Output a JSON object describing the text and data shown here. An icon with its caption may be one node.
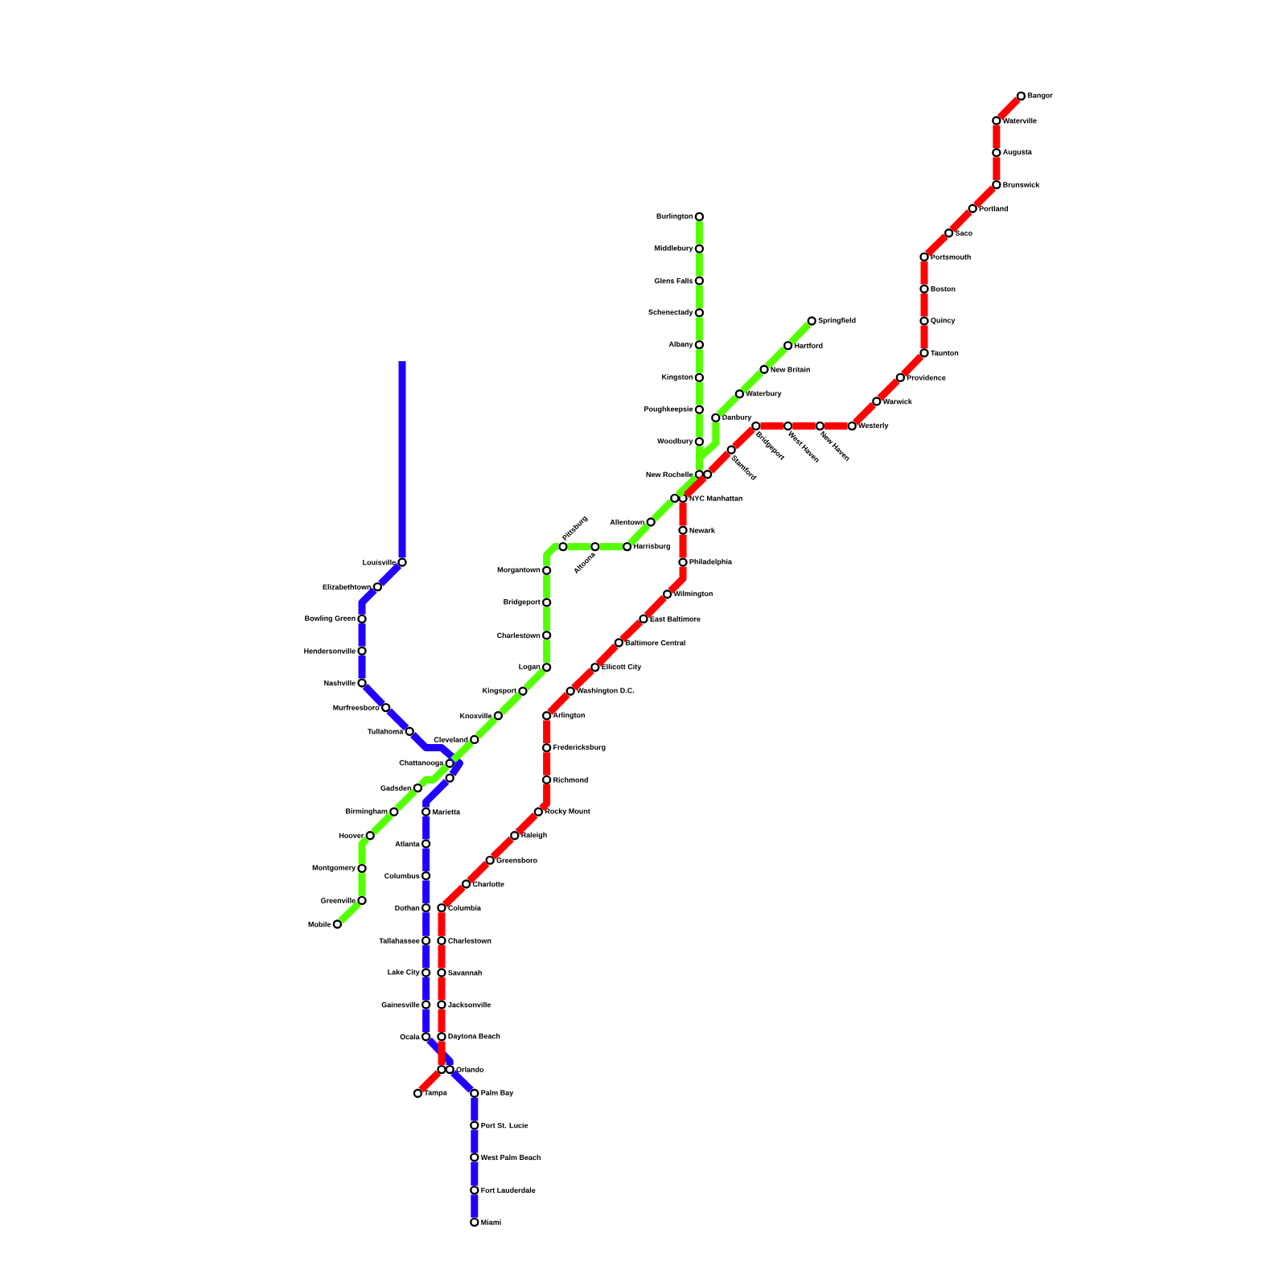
{
  "diagram": {
    "nodes": [
      {
        "text": [
          "Louisville"
        ]
      },
      {
        "text": [
          "Elizabethtown"
        ]
      },
      {
        "text": [
          "Bowling Green"
        ]
      },
      {
        "text": [
          "Hendersonville"
        ]
      },
      {
        "text": [
          "Nashville"
        ]
      },
      {
        "text": [
          "Murfreesboro"
        ]
      },
      {
        "text": [
          "Tullahoma"
        ]
      },
      {
        "text": [],
        "shape": "circle"
      },
      {
        "text": [
          "Marietta"
        ]
      },
      {
        "text": [
          "Atlanta"
        ]
      },
      {
        "text": [
          "Columbus"
        ]
      },
      {
        "text": [
          "Dothan"
        ]
      },
      {
        "text": [
          "Tallahassee"
        ]
      },
      {
        "text": [
          "Lake City"
        ]
      },
      {
        "text": [
          "Gainesville"
        ]
      },
      {
        "text": [
          "Ocala"
        ]
      },
      {
        "text": [
          "Orlando"
        ]
      },
      {
        "text": [
          "Palm Bay"
        ]
      },
      {
        "text": [
          "Port St. Lucie"
        ]
      },
      {
        "text": [
          "West Palm Beach"
        ]
      },
      {
        "text": [
          "Fort Lauderdale"
        ]
      },
      {
        "text": [
          "Miami"
        ]
      },
      {
        "text": [
          "Mobile"
        ]
      },
      {
        "text": [
          "Greenville"
        ]
      },
      {
        "text": [
          "Montgomery"
        ]
      },
      {
        "text": [
          "Hoover"
        ]
      },
      {
        "text": [
          "Birmingham"
        ]
      },
      {
        "text": [
          "Gadsden"
        ]
      },
      {
        "text": [
          "Chattanooga"
        ]
      },
      {
        "text": [
          "Cleveland"
        ]
      },
      {
        "text": [
          "Knoxville"
        ]
      },
      {
        "text": [
          "Kingsport"
        ]
      },
      {
        "text": [
          "Logan"
        ]
      },
      {
        "text": [
          "Charlestown"
        ]
      },
      {
        "text": [
          "Bridgeport"
        ]
      },
      {
        "text": [
          "Morgantown"
        ]
      },
      {
        "text": [
          "Pittsburg"
        ]
      },
      {
        "text": [
          "Altoona"
        ]
      },
      {
        "text": [
          "Harrisburg"
        ]
      },
      {
        "text": [
          "Allentown"
        ]
      },
      {
        "text": [],
        "shape": "circle"
      },
      {
        "text": [
          "New Rochelle"
        ]
      },
      {
        "text": [
          "Woodbury"
        ]
      },
      {
        "text": [
          "Poughkeepsie"
        ]
      },
      {
        "text": [
          "Kingston"
        ]
      },
      {
        "text": [
          "Albany"
        ]
      },
      {
        "text": [
          "Schenectady"
        ]
      },
      {
        "text": [
          "Glens Falls"
        ]
      },
      {
        "text": [
          "Middlebury"
        ]
      },
      {
        "text": [
          "Burlington"
        ]
      },
      {
        "text": [
          "Danbury"
        ]
      },
      {
        "text": [
          "Waterbury"
        ]
      },
      {
        "text": [
          "New Britain"
        ]
      },
      {
        "text": [
          "Hartford"
        ]
      },
      {
        "text": [
          "Springfield"
        ]
      },
      {
        "text": [
          "Tampa"
        ]
      },
      {
        "text": [],
        "shape": "circle"
      },
      {
        "text": [
          "Daytona Beach"
        ]
      },
      {
        "text": [
          "Jacksonville"
        ]
      },
      {
        "text": [
          "Savannah"
        ]
      },
      {
        "text": [
          "Charlestown"
        ]
      },
      {
        "text": [
          "Columbia"
        ]
      },
      {
        "text": [
          "Charlotte"
        ]
      },
      {
        "text": [
          "Greensboro"
        ]
      },
      {
        "text": [
          "Raleigh"
        ]
      },
      {
        "text": [
          "Rocky Mount"
        ]
      },
      {
        "text": [
          "Richmond"
        ]
      },
      {
        "text": [
          "Fredericksburg"
        ]
      },
      {
        "text": [
          "Arlington"
        ]
      },
      {
        "text": [
          "Washington D.C."
        ]
      },
      {
        "text": [
          "Ellicott City"
        ]
      },
      {
        "text": [
          "Baltimore Central"
        ]
      },
      {
        "text": [
          "East Baltimore"
        ]
      },
      {
        "text": [
          "Wilmington"
        ]
      },
      {
        "text": [
          "Philadelphia"
        ]
      },
      {
        "text": [
          "Newark"
        ]
      },
      {
        "text": [
          "NYC Manhattan"
        ]
      },
      {
        "text": [],
        "shape": "circle"
      },
      {
        "text": [
          "Stamford"
        ]
      },
      {
        "text": [
          "Bridgeport"
        ]
      },
      {
        "text": [
          "West Haven"
        ]
      },
      {
        "text": [
          "New Haven"
        ]
      },
      {
        "text": [
          "Westerly"
        ]
      },
      {
        "text": [
          "Warwick"
        ]
      },
      {
        "text": [
          "Providence"
        ]
      },
      {
        "text": [
          "Taunton"
        ]
      },
      {
        "text": [
          "Quincy"
        ]
      },
      {
        "text": [
          "Boston"
        ]
      },
      {
        "text": [
          "Portsmouth"
        ]
      },
      {
        "text": [
          "Saco"
        ]
      },
      {
        "text": [
          "Portland"
        ]
      },
      {
        "text": [
          "Brunswick"
        ]
      },
      {
        "text": [
          "Augusta"
        ]
      },
      {
        "text": [
          "Waterville"
        ]
      },
      {
        "text": [
          "Bangor"
        ]
      }
    ],
    "edges": [
      {
        "from": null,
        "to": 0,
        "arrow": "none",
        "color": "#2200ff"
      },
      {
        "from": 0,
        "to": 1,
        "arrow": "none",
        "color": "#2200ff"
      },
      {
        "from": 1,
        "to": 2,
        "arrow": "none",
        "color": "#2200ff"
      },
      {
        "from": 2,
        "to": 3,
        "arrow": "none",
        "color": "#2200ff"
      },
      {
        "from": 3,
        "to": 4,
        "arrow": "none",
        "color": "#2200ff"
      },
      {
        "from": 4,
        "to": 5,
        "arrow": "none",
        "color": "#2200ff"
      },
      {
        "from": 5,
        "to": 6,
        "arrow": "none",
        "color": "#2200ff"
      },
      {
        "from": 6,
        "to": 7,
        "arrow": "none",
        "color": "#2200ff"
      },
      {
        "from": 7,
        "to": 8,
        "arrow": "none",
        "color": "#2200ff"
      },
      {
        "from": 8,
        "to": 9,
        "arrow": "none",
        "color": "#2200ff"
      },
      {
        "from": 9,
        "to": 10,
        "arrow": "none",
        "color": "#2200ff"
      },
      {
        "from": 10,
        "to": 11,
        "arrow": "none",
        "color": "#2200ff"
      },
      {
        "from": 11,
        "to": 12,
        "arrow": "none",
        "color": "#2200ff"
      },
      {
        "from": 12,
        "to": 13,
        "arrow": "none",
        "color": "#2200ff"
      },
      {
        "from": 13,
        "to": 14,
        "arrow": "none",
        "color": "#2200ff"
      },
      {
        "from": 14,
        "to": 15,
        "arrow": "none",
        "color": "#2200ff"
      },
      {
        "from": 15,
        "to": 16,
        "arrow": "none",
        "color": "#2200ff"
      },
      {
        "from": 16,
        "to": 17,
        "arrow": "none",
        "color": "#2200ff"
      },
      {
        "from": 17,
        "to": 18,
        "arrow": "none",
        "color": "#2200ff"
      },
      {
        "from": 18,
        "to": 19,
        "arrow": "none",
        "color": "#2200ff"
      },
      {
        "from": 19,
        "to": 20,
        "arrow": "none",
        "color": "#2200ff"
      },
      {
        "from": 20,
        "to": 21,
        "arrow": "none",
        "color": "#2200ff"
      },
      {
        "from": 22,
        "to": 23,
        "arrow": "none",
        "color": "#55ff00"
      },
      {
        "from": 23,
        "to": 24,
        "arrow": "none",
        "color": "#55ff00"
      },
      {
        "from": 24,
        "to": 25,
        "arrow": "none",
        "color": "#55ff00"
      },
      {
        "from": 25,
        "to": 26,
        "arrow": "none",
        "color": "#55ff00"
      },
      {
        "from": 26,
        "to": 27,
        "arrow": "none",
        "color": "#55ff00"
      },
      {
        "from": 27,
        "to": 28,
        "arrow": "none",
        "color": "#55ff00"
      },
      {
        "from": 28,
        "to": 29,
        "arrow": "none",
        "color": "#55ff00"
      },
      {
        "from": 29,
        "to": 30,
        "arrow": "none",
        "color": "#55ff00"
      },
      {
        "from": 30,
        "to": 31,
        "arrow": "none",
        "color": "#55ff00"
      },
      {
        "from": 31,
        "to": 32,
        "arrow": "none",
        "color": "#55ff00"
      },
      {
        "from": 32,
        "to": 33,
        "arrow": "none",
        "color": "#55ff00"
      },
      {
        "from": 33,
        "to": 34,
        "arrow": "none",
        "color": "#55ff00"
      },
      {
        "from": 34,
        "to": 35,
        "arrow": "none",
        "color": "#55ff00"
      },
      {
        "from": 35,
        "to": 36,
        "arrow": "none",
        "color": "#55ff00"
      },
      {
        "from": 36,
        "to": 37,
        "arrow": "none",
        "color": "#55ff00"
      },
      {
        "from": 37,
        "to": 38,
        "arrow": "none",
        "color": "#55ff00"
      },
      {
        "from": 38,
        "to": 39,
        "arrow": "none",
        "color": "#55ff00"
      },
      {
        "from": 39,
        "to": 40,
        "arrow": "none",
        "color": "#55ff00"
      },
      {
        "from": 40,
        "to": 41,
        "arrow": "none",
        "color": "#55ff00"
      },
      {
        "from": 41,
        "to": 42,
        "arrow": "none",
        "color": "#55ff00"
      },
      {
        "from": 42,
        "to": 43,
        "arrow": "none",
        "color": "#55ff00"
      },
      {
        "from": 43,
        "to": 44,
        "arrow": "none",
        "color": "#55ff00"
      },
      {
        "from": 44,
        "to": 45,
        "arrow": "none",
        "color": "#55ff00"
      },
      {
        "from": 45,
        "to": 46,
        "arrow": "none",
        "color": "#55ff00"
      },
      {
        "from": 46,
        "to": 47,
        "arrow": "none",
        "color": "#55ff00"
      },
      {
        "from": 47,
        "to": 48,
        "arrow": "none",
        "color": "#55ff00"
      },
      {
        "from": 48,
        "to": 49,
        "arrow": "none",
        "color": "#55ff00"
      },
      {
        "from": 41,
        "to": 50,
        "arrow": "none",
        "color": "#55ff00"
      },
      {
        "from": 50,
        "to": 51,
        "arrow": "none",
        "color": "#55ff00"
      },
      {
        "from": 51,
        "to": 52,
        "arrow": "none",
        "color": "#55ff00"
      },
      {
        "from": 52,
        "to": 53,
        "arrow": "none",
        "color": "#55ff00"
      },
      {
        "from": 53,
        "to": 54,
        "arrow": "none",
        "color": "#55ff00"
      },
      {
        "from": 55,
        "to": 56,
        "arrow": "none",
        "color": "#ff0000"
      },
      {
        "from": 56,
        "to": 57,
        "arrow": "none",
        "color": "#ff0000"
      },
      {
        "from": 57,
        "to": 58,
        "arrow": "none",
        "color": "#ff0000"
      },
      {
        "from": 58,
        "to": 59,
        "arrow": "none",
        "color": "#ff0000"
      },
      {
        "from": 59,
        "to": 60,
        "arrow": "none",
        "color": "#ff0000"
      },
      {
        "from": 60,
        "to": 61,
        "arrow": "none",
        "color": "#ff0000"
      },
      {
        "from": 61,
        "to": 62,
        "arrow": "none",
        "color": "#ff0000"
      },
      {
        "from": 62,
        "to": 63,
        "arrow": "none",
        "color": "#ff0000"
      },
      {
        "from": 63,
        "to": 64,
        "arrow": "none",
        "color": "#ff0000"
      },
      {
        "from": 64,
        "to": 65,
        "arrow": "none",
        "color": "#ff0000"
      },
      {
        "from": 65,
        "to": 66,
        "arrow": "none",
        "color": "#ff0000"
      },
      {
        "from": 66,
        "to": 67,
        "arrow": "none",
        "color": "#ff0000"
      },
      {
        "from": 67,
        "to": 68,
        "arrow": "none",
        "color": "#ff0000"
      },
      {
        "from": 68,
        "to": 69,
        "arrow": "none",
        "color": "#ff0000"
      },
      {
        "from": 69,
        "to": 70,
        "arrow": "none",
        "color": "#ff0000"
      },
      {
        "from": 70,
        "to": 71,
        "arrow": "none",
        "color": "#ff0000"
      },
      {
        "from": 71,
        "to": 72,
        "arrow": "none",
        "color": "#ff0000"
      },
      {
        "from": 72,
        "to": 73,
        "arrow": "none",
        "color": "#ff0000"
      },
      {
        "from": 73,
        "to": 74,
        "arrow": "none",
        "color": "#ff0000"
      },
      {
        "from": 74,
        "to": 75,
        "arrow": "none",
        "color": "#ff0000"
      },
      {
        "from": 75,
        "to": 76,
        "arrow": "none",
        "color": "#ff0000"
      },
      {
        "from": 76,
        "to": 77,
        "arrow": "none",
        "color": "#ff0000"
      },
      {
        "from": 77,
        "to": 78,
        "arrow": "none",
        "color": "#ff0000"
      },
      {
        "from": 78,
        "to": 79,
        "arrow": "none",
        "color": "#ff0000"
      },
      {
        "from": 79,
        "to": 80,
        "arrow": "none",
        "color": "#ff0000"
      },
      {
        "from": 80,
        "to": 81,
        "arrow": "none",
        "color": "#ff0000"
      },
      {
        "from": 81,
        "to": 82,
        "arrow": "none",
        "color": "#ff0000"
      },
      {
        "from": 82,
        "to": 83,
        "arrow": "none",
        "color": "#ff0000"
      },
      {
        "from": 83,
        "to": 84,
        "arrow": "none",
        "color": "#ff0000"
      },
      {
        "from": 84,
        "to": 85,
        "arrow": "none",
        "color": "#ff0000"
      },
      {
        "from": 85,
        "to": 86,
        "arrow": "none",
        "color": "#ff0000"
      },
      {
        "from": 86,
        "to": 87,
        "arrow": "none",
        "color": "#ff0000"
      },
      {
        "from": 87,
        "to": 88,
        "arrow": "none",
        "color": "#ff0000"
      },
      {
        "from": 88,
        "to": 89,
        "arrow": "none",
        "color": "#ff0000"
      },
      {
        "from": 89,
        "to": 90,
        "arrow": "none",
        "color": "#ff0000"
      },
      {
        "from": 90,
        "to": 91,
        "arrow": "none",
        "color": "#ff0000"
      },
      {
        "from": 91,
        "to": 92,
        "arrow": "none",
        "color": "#ff0000"
      },
      {
        "from": 92,
        "to": 93,
        "arrow": "none",
        "color": "#ff0000"
      },
      {
        "from": 93,
        "to": 94,
        "arrow": "none",
        "color": "#ff0000"
      }
    ]
  }
}
